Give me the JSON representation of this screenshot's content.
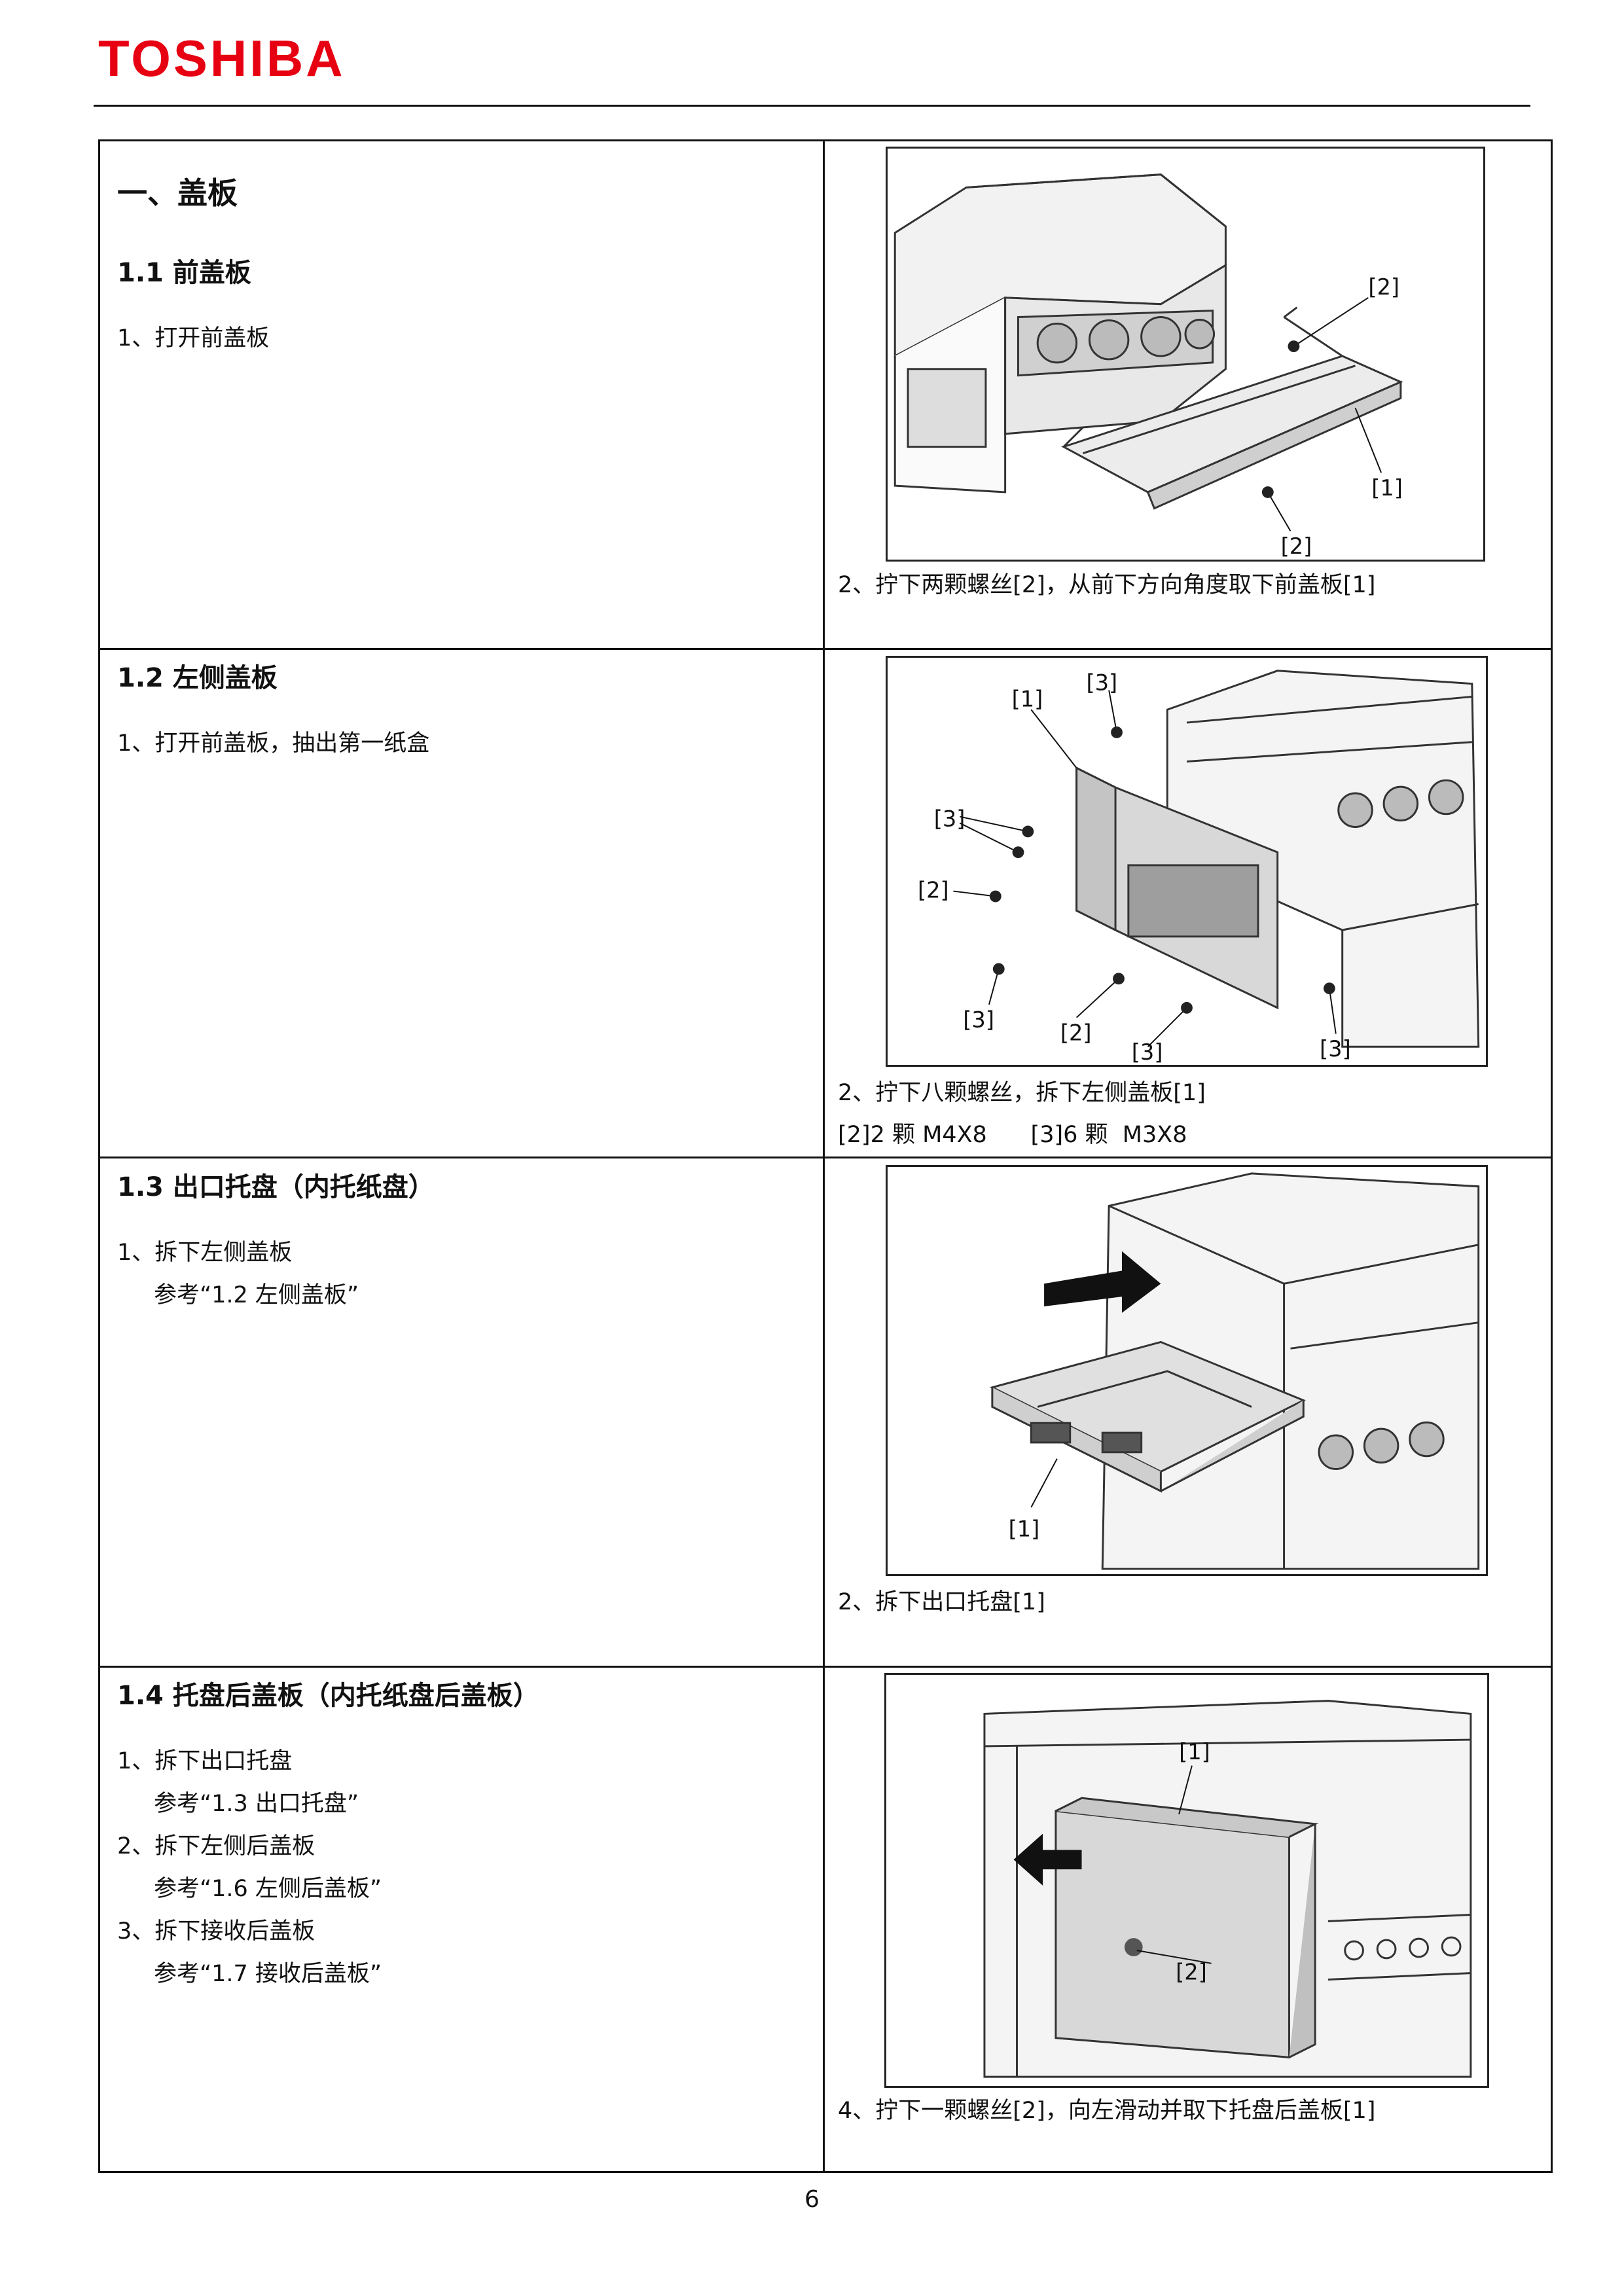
{
  "header": {
    "brand": "TOSHIBA",
    "brand_color": "#e60012"
  },
  "chapter": {
    "title": "一、盖板"
  },
  "sections": [
    {
      "title": "1.1 前盖板",
      "steps_left": [
        "1、打开前盖板"
      ],
      "caption_lines": [
        "2、拧下两颗螺丝[2]，从前下方向角度取下前盖板[1]"
      ],
      "figure": {
        "callouts": [
          "[2]",
          "[1]",
          "[2]"
        ]
      }
    },
    {
      "title": "1.2  左侧盖板",
      "steps_left": [
        "1、打开前盖板，抽出第一纸盒"
      ],
      "caption_lines": [
        "2、拧下八颗螺丝，拆下左侧盖板[1]",
        "[2]2 颗 M4X8      [3]6 颗  M3X8"
      ],
      "figure": {
        "callouts": [
          "[1]",
          "[3]",
          "[3]",
          "[2]",
          "[3]",
          "[2]",
          "[3]",
          "[3]"
        ]
      }
    },
    {
      "title": "1.3 出口托盘（内托纸盘）",
      "steps_left": [
        "1、拆下左侧盖板",
        "参考“1.2 左侧盖板”"
      ],
      "caption_lines": [
        "2、拆下出口托盘[1]"
      ],
      "figure": {
        "callouts": [
          "[1]"
        ]
      }
    },
    {
      "title": "1.4  托盘后盖板（内托纸盘后盖板）",
      "steps_left": [
        "1、拆下出口托盘",
        "参考“1.3  出口托盘”",
        "2、拆下左侧后盖板",
        "参考“1.6  左侧后盖板”",
        "3、拆下接收后盖板",
        "参考“1.7  接收后盖板”"
      ],
      "caption_lines": [
        "4、拧下一颗螺丝[2]，向左滑动并取下托盘后盖板[1]"
      ],
      "figure": {
        "callouts": [
          "[1]",
          "[2]"
        ]
      }
    }
  ],
  "footer": {
    "page_number": "6"
  }
}
